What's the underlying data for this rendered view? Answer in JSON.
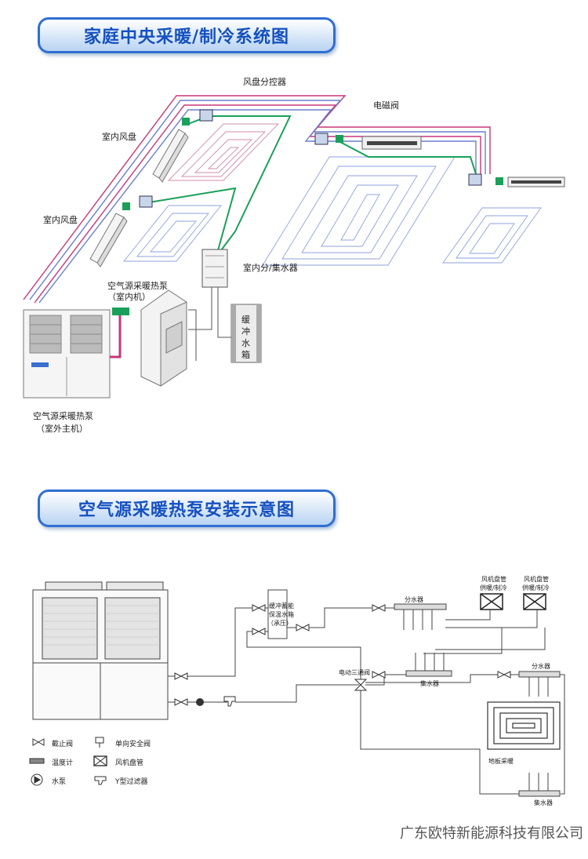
{
  "titles": {
    "system": "家庭中央采暖/制冷系统图",
    "install": "空气源采暖热泵安装示意图"
  },
  "top_labels": {
    "fan_coil_controller": "风盘分控器",
    "solenoid_valve": "电磁阀",
    "indoor_fan_coil_1": "室内风盘",
    "indoor_fan_coil_2": "室内风盘",
    "manifold": "室内分/集水器",
    "indoor_unit_line1": "空气源采暖热泵",
    "indoor_unit_line2": "（室内机）",
    "buffer_tank": "缓冲水箱",
    "outdoor_unit_line1": "空气源采暖热泵",
    "outdoor_unit_line2": "（室外主机）"
  },
  "bottom_labels": {
    "buffer_tank_l1": "缓冲蓄能",
    "buffer_tank_l2": "保温水箱",
    "buffer_tank_l3": "（承压）",
    "distributor_1": "分水器",
    "distributor_2": "分水器",
    "collector_1": "集水器",
    "collector_2": "集水器",
    "three_way_valve": "电动三通阀",
    "fan_coil_1_l1": "风机盘管",
    "fan_coil_1_l2": "供暖/制冷",
    "fan_coil_2_l1": "风机盘管",
    "fan_coil_2_l2": "供暖/制冷",
    "floor_heating": "地板采暖"
  },
  "legend": {
    "stop_valve": "截止阀",
    "check_safety_valve": "单向安全阀",
    "thermometer": "温度计",
    "fan_coil": "风机盘管",
    "water_pump": "水泵",
    "y_filter": "Y型过滤器"
  },
  "footer": "广东欧特新能源科技有限公司",
  "colors": {
    "title_text": "#1550c0",
    "title_border": "#2f6fd1",
    "pipe_supply": "#c8377a",
    "pipe_return": "#6a7fd0",
    "pipe_green": "#1aa05a",
    "line": "#333333"
  }
}
